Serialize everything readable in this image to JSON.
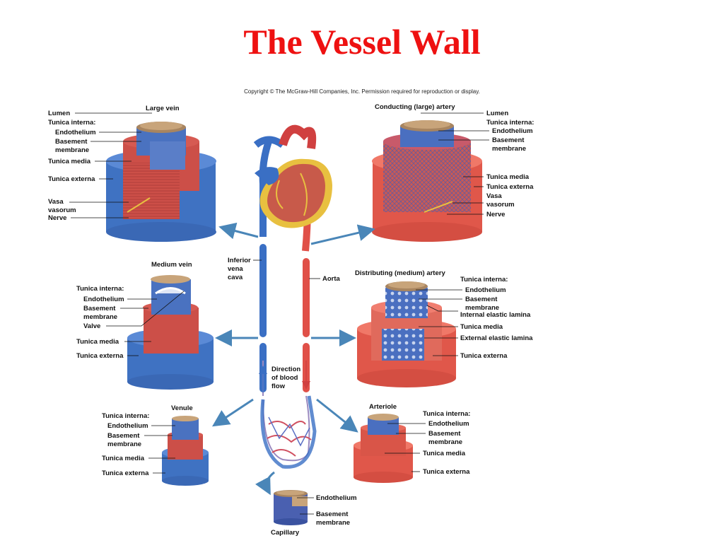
{
  "title": "The Vessel Wall",
  "copyright": "Copyright © The McGraw-Hill Companies, Inc. Permission required for reproduction or display.",
  "colors": {
    "title": "#ee1111",
    "vein": "#3a6fc4",
    "artery": "#e0574a",
    "muscle": "#c94a45",
    "basement": "#9a7a55",
    "arrow": "#4a86b8"
  },
  "large_vein": {
    "title": "Large vein",
    "labels": [
      "Lumen",
      "Tunica interna:",
      "Endothelium",
      "Basement",
      "membrane",
      "Tunica media",
      "Tunica externa",
      "Vasa",
      "vasorum",
      "Nerve"
    ]
  },
  "large_artery": {
    "title": "Conducting (large) artery",
    "labels": [
      "Lumen",
      "Tunica interna:",
      "Endothelium",
      "Basement",
      "membrane",
      "Tunica media",
      "Tunica externa",
      "Vasa",
      "vasorum",
      "Nerve"
    ]
  },
  "medium_vein": {
    "title": "Medium vein",
    "labels": [
      "Tunica interna:",
      "Endothelium",
      "Basement",
      "membrane",
      "Valve",
      "Tunica media",
      "Tunica externa"
    ]
  },
  "medium_artery": {
    "title": "Distributing (medium) artery",
    "labels": [
      "Tunica interna:",
      "Endothelium",
      "Basement",
      "membrane",
      "Internal elastic lamina",
      "Tunica media",
      "External elastic lamina",
      "Tunica externa"
    ]
  },
  "venule": {
    "title": "Venule",
    "labels": [
      "Tunica interna:",
      "Endothelium",
      "Basement",
      "membrane",
      "Tunica media",
      "Tunica externa"
    ]
  },
  "arteriole": {
    "title": "Arteriole",
    "labels": [
      "Tunica interna:",
      "Endothelium",
      "Basement",
      "membrane",
      "Tunica media",
      "Tunica externa"
    ]
  },
  "capillary": {
    "title": "Capillary",
    "labels": [
      "Endothelium",
      "Basement",
      "membrane"
    ]
  },
  "center": {
    "ivc": [
      "Inferior",
      "vena",
      "cava"
    ],
    "aorta": "Aorta",
    "direction": [
      "Direction",
      "of blood",
      "flow"
    ]
  }
}
